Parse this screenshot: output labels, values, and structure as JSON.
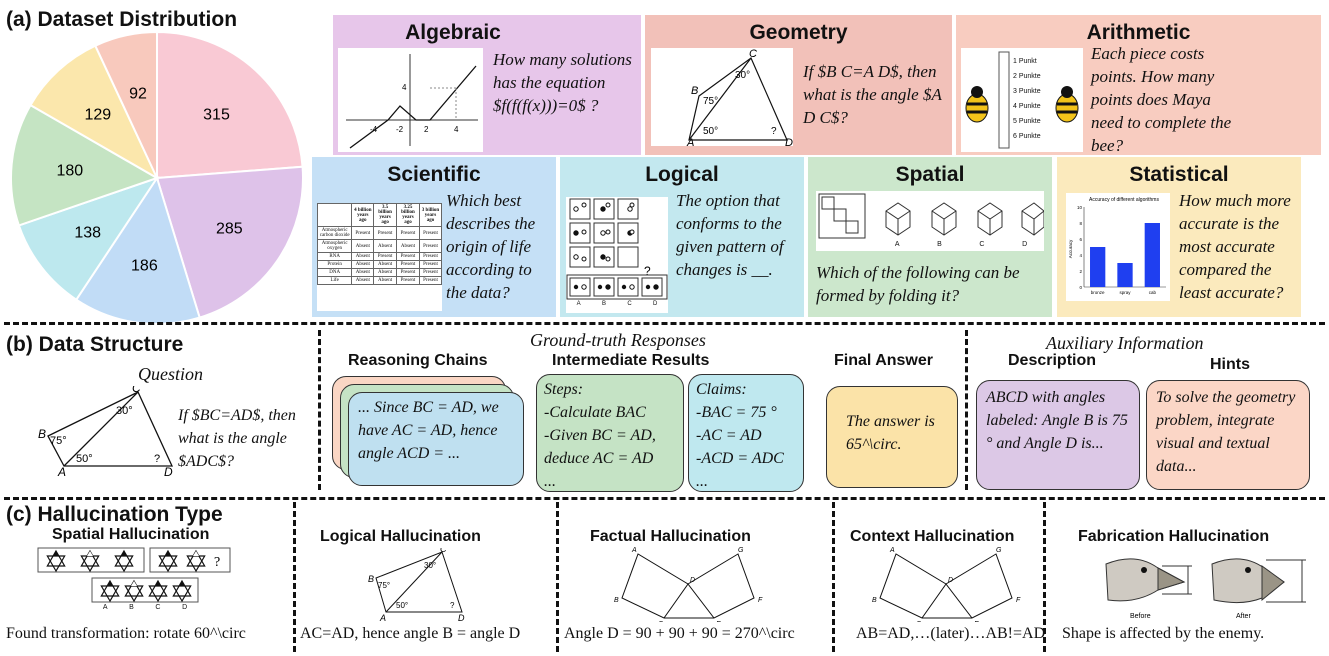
{
  "panel_a": {
    "title": "(a) Dataset Distribution",
    "pie_values": [
      315,
      285,
      186,
      138,
      180,
      129,
      92
    ],
    "pie_colors": [
      "#f9c9d4",
      "#dec2e9",
      "#c1dcf6",
      "#bde8ee",
      "#c5e4c3",
      "#fbe7ac",
      "#f8c9bd"
    ],
    "categories": [
      {
        "title": "Algebraic",
        "question": "How many solutions has the equation $f(f(f(x)))=0$ ?",
        "bg": "#e7c6ea"
      },
      {
        "title": "Geometry",
        "question": "If $B C=A D$, then what is the angle $A D C$?",
        "bg": "#f2c1b9"
      },
      {
        "title": "Arithmetic",
        "question": "Each piece costs points. How many points does Maya need to complete the bee?",
        "bg": "#f8ccc0"
      },
      {
        "title": "Scientific",
        "question": "Which best describes the origin of life according to the data?",
        "bg": "#c5e0f6"
      },
      {
        "title": "Logical",
        "question": "The option that conforms to the given pattern of changes is __.",
        "bg": "#c3e8ef"
      },
      {
        "title": "Spatial",
        "question": "Which of the following can be formed by folding it?",
        "bg": "#cce7cc"
      },
      {
        "title": "Statistical",
        "question": "How much more accurate is the most accurate compared the least accurate?",
        "bg": "#fbeabd"
      }
    ],
    "arith_items": [
      "1 Punkt",
      "2 Punkte",
      "3 Punkte",
      "4 Punkte",
      "5 Punkte",
      "6 Punkte"
    ],
    "sci_table": {
      "headers": [
        "",
        "4 billion years ago",
        "3.5 billion years ago",
        "3.25 billion years ago",
        "3 billion years ago"
      ],
      "rows": [
        [
          "Atmospheric carbon dioxide",
          "Present",
          "Present",
          "Present",
          "Present"
        ],
        [
          "Atmospheric oxygen",
          "Absent",
          "Absent",
          "Absent",
          "Present"
        ],
        [
          "RNA",
          "Absent",
          "Present",
          "Present",
          "Present"
        ],
        [
          "Protein",
          "Absent",
          "Absent",
          "Present",
          "Present"
        ],
        [
          "DNA",
          "Absent",
          "Absent",
          "Present",
          "Present"
        ],
        [
          "Life",
          "Absent",
          "Absent",
          "Present",
          "Present"
        ]
      ]
    },
    "option_letters": [
      "A",
      "B",
      "C",
      "D"
    ],
    "stat_chart": {
      "title": "Accuracy of different algorithms",
      "ylabel": "Accuracy",
      "categories": [
        "bronze",
        "spray",
        "cab"
      ],
      "values": [
        5,
        3,
        8
      ],
      "ylim": [
        0,
        10
      ],
      "ticks": [
        "0",
        "2",
        "4",
        "6",
        "8",
        "10"
      ]
    },
    "graph_ticks": [
      "-4",
      "-2",
      "2",
      "4",
      "4"
    ],
    "geo_labels": {
      "A": "A",
      "B": "B",
      "C": "C",
      "D": "D",
      "ang_b": "75°",
      "ang_c": "30°",
      "ang_a": "50°",
      "q": "?"
    }
  },
  "panel_b": {
    "title": "(b) Data Structure",
    "question_label": "Question",
    "question_text": "If $BC=AD$, then what is the angle $ADC$?",
    "gt_label": "Ground-truth Responses",
    "reasoning_label": "Reasoning Chains",
    "reasoning_text": "... Since BC = AD, we have AC = AD, hence angle ACD = ...",
    "intermediate_label": "Intermediate Results",
    "steps_text": "Steps:\n-Calculate BAC\n-Given BC = AD, deduce AC = AD\n...",
    "claims_text": "Claims:\n-BAC = 75 °\n-AC = AD\n-ACD = ADC\n...",
    "final_label": "Final Answer",
    "final_text": "The answer is 65^\\circ.",
    "aux_label": "Auxiliary Information",
    "desc_label": "Description",
    "desc_text": "ABCD with angles labeled: Angle B is 75 ° and Angle D is...",
    "hints_label": "Hints",
    "hints_text": "To solve the geometry problem, integrate visual and textual data..."
  },
  "panel_c": {
    "title": "(c) Hallucination Type",
    "types": [
      {
        "name": "Spatial Hallucination",
        "caption": "Found transformation: rotate 60^\\circ"
      },
      {
        "name": "Logical Hallucination",
        "caption": "AC=AD, hence angle B = angle D"
      },
      {
        "name": "Factual Hallucination",
        "caption": "Angle D = 90 + 90 + 90 = 270^\\circ"
      },
      {
        "name": "Context Hallucination",
        "caption": "AB=AD,…(later)…AB!=AD"
      },
      {
        "name": "Fabrication Hallucination",
        "caption": "Shape is affected by the enemy."
      }
    ],
    "bird_labels": [
      "Before",
      "After"
    ],
    "poly_labels": [
      "A",
      "B",
      "C",
      "D",
      "E",
      "F",
      "G"
    ],
    "star_q": "?"
  }
}
